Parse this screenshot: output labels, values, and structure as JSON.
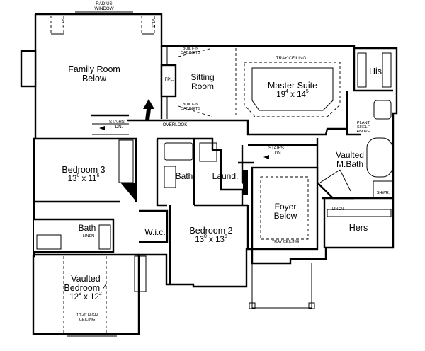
{
  "rooms": {
    "family": {
      "name": "Family Room",
      "sub": "Below"
    },
    "sitting": {
      "name": "Sitting",
      "sub": "Room"
    },
    "master": {
      "name": "Master Suite",
      "dim_w": "19",
      "dim_w_in": "4",
      "dim_h": "14",
      "dim_h_in": "5"
    },
    "his": {
      "name": "His"
    },
    "hers": {
      "name": "Hers"
    },
    "mbath": {
      "name": "Vaulted",
      "sub": "M.Bath"
    },
    "bed3": {
      "name": "Bedroom 3",
      "dim_w": "13",
      "dim_w_in": "0",
      "dim_h": "11",
      "dim_h_in": "6"
    },
    "bed2": {
      "name": "Bedroom 2",
      "dim_w": "13",
      "dim_w_in": "0",
      "dim_h": "13",
      "dim_h_in": "5"
    },
    "bed4": {
      "name": "Vaulted",
      "sub": "Bedroom 4",
      "dim_w": "12",
      "dim_w_in": "9",
      "dim_h": "12",
      "dim_h_in": "2"
    },
    "bath1": {
      "name": "Bath"
    },
    "bath2": {
      "name": "Bath"
    },
    "laund": {
      "name": "Laund."
    },
    "wic": {
      "name": "W.i.c."
    },
    "foyer": {
      "name": "Foyer",
      "sub": "Below"
    }
  },
  "notes": {
    "radius1": "RADIUS",
    "radius2": "WINDOW",
    "vlt": "V.L.T.",
    "built_in1": "BUILT-IN",
    "built_in2": "CABINETS",
    "fpl": "FPL.",
    "tray_ceiling": "TRAY CEILING",
    "stairs": "STAIRS",
    "dn": "DN.",
    "overlook": "OVERLOOK",
    "plant1": "PLANT",
    "plant2": "SHELF",
    "plant3": "ABOVE",
    "shwr": "SHWR.",
    "linen": "LINEN",
    "high_ceiling1": "10'-0\" HIGH",
    "high_ceiling2": "CEILING"
  }
}
